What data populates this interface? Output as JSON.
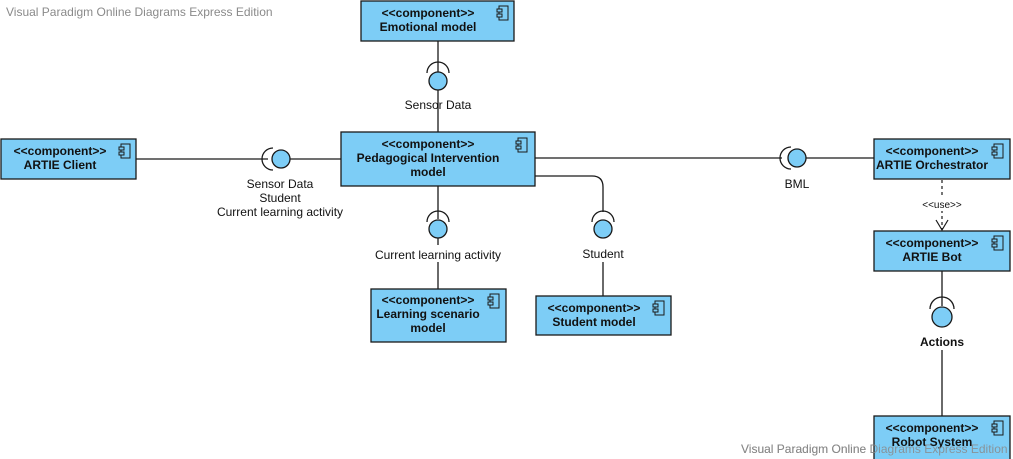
{
  "watermarks": {
    "top": "Visual Paradigm Online Diagrams Express Edition",
    "bottom": "Visual Paradigm Online Diagrams Express Edition"
  },
  "stereotype": "<<component>>",
  "components": {
    "emotional": {
      "name_lines": [
        "Emotional model"
      ]
    },
    "pedagogical": {
      "name_lines": [
        "Pedagogical Intervention",
        "model"
      ]
    },
    "client": {
      "name_lines": [
        "ARTIE Client"
      ]
    },
    "orchestrator": {
      "name_lines": [
        "ARTIE Orchestrator"
      ]
    },
    "learning": {
      "name_lines": [
        "Learning scenario",
        "model"
      ]
    },
    "student": {
      "name_lines": [
        "Student model"
      ]
    },
    "bot": {
      "name_lines": [
        "ARTIE Bot"
      ]
    },
    "robot": {
      "name_lines": [
        "Robot System"
      ]
    }
  },
  "interface_labels": {
    "sensor_data_top": "Sensor Data",
    "client_iface": [
      "Sensor Data",
      "Student",
      "Current learning activity"
    ],
    "current_learning_activity": "Current learning activity",
    "student": "Student",
    "bml": "BML",
    "actions": "Actions"
  },
  "dependency_label": "<<use>>",
  "icon": "component-icon"
}
